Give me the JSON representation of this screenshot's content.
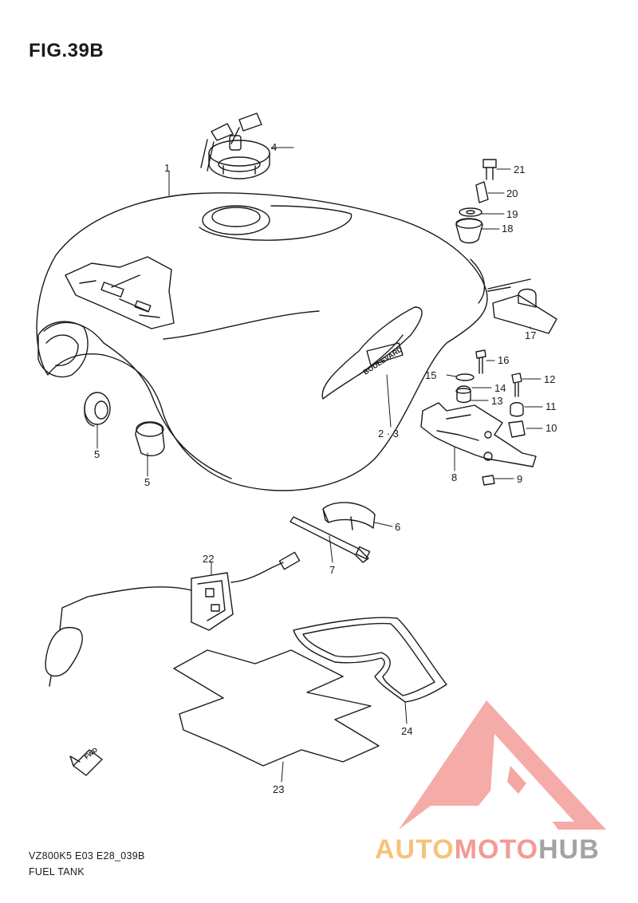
{
  "figure": {
    "title": "FIG.39B",
    "model_code": "VZ800K5 E03 E28_039B",
    "group_name": "FUEL TANK",
    "fwd_label": "FWD"
  },
  "callouts": {
    "c1": "1",
    "c2_3": "2 · 3",
    "c4": "4",
    "c5a": "5",
    "c5b": "5",
    "c6": "6",
    "c7": "7",
    "c8": "8",
    "c9": "9",
    "c10": "10",
    "c11": "11",
    "c12": "12",
    "c13": "13",
    "c14": "14",
    "c15": "15",
    "c16": "16",
    "c17": "17",
    "c18": "18",
    "c19": "19",
    "c20": "20",
    "c21": "21",
    "c22": "22",
    "c23": "23",
    "c24": "24"
  },
  "tank_emblem_text": "BOULEVARD",
  "watermark": {
    "part1": "AUTO",
    "part2": "MOTO",
    "part3": "HUB",
    "color_triangle": "#f4a6a2",
    "color_auto": "#f6c27a",
    "color_moto": "#f39a95",
    "color_hub": "#a3a3a3"
  }
}
